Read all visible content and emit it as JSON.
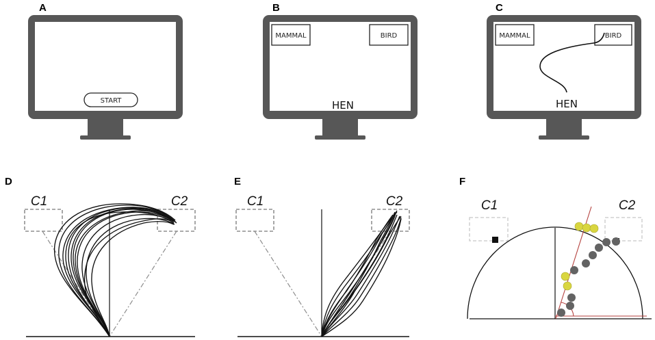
{
  "panels": {
    "a": {
      "letter": "A",
      "button_label": "START"
    },
    "b": {
      "letter": "B",
      "left_option": "MAMMAL",
      "right_option": "BIRD",
      "stimulus": "HEN"
    },
    "c": {
      "letter": "C",
      "left_option": "MAMMAL",
      "right_option": "BIRD",
      "stimulus": "HEN"
    },
    "d": {
      "letter": "D",
      "left_target": "C1",
      "right_target": "C2"
    },
    "e": {
      "letter": "E",
      "left_target": "C1",
      "right_target": "C2"
    },
    "f": {
      "letter": "F",
      "left_target": "C1",
      "right_target": "C2"
    }
  },
  "colors": {
    "monitor": "#575757",
    "inactive_point": "#636363",
    "active_point": "#d9d640",
    "angle_line": "#b5423f",
    "guide_line": "#8c8c8c",
    "target_box_faint": "#c8c8c8"
  }
}
